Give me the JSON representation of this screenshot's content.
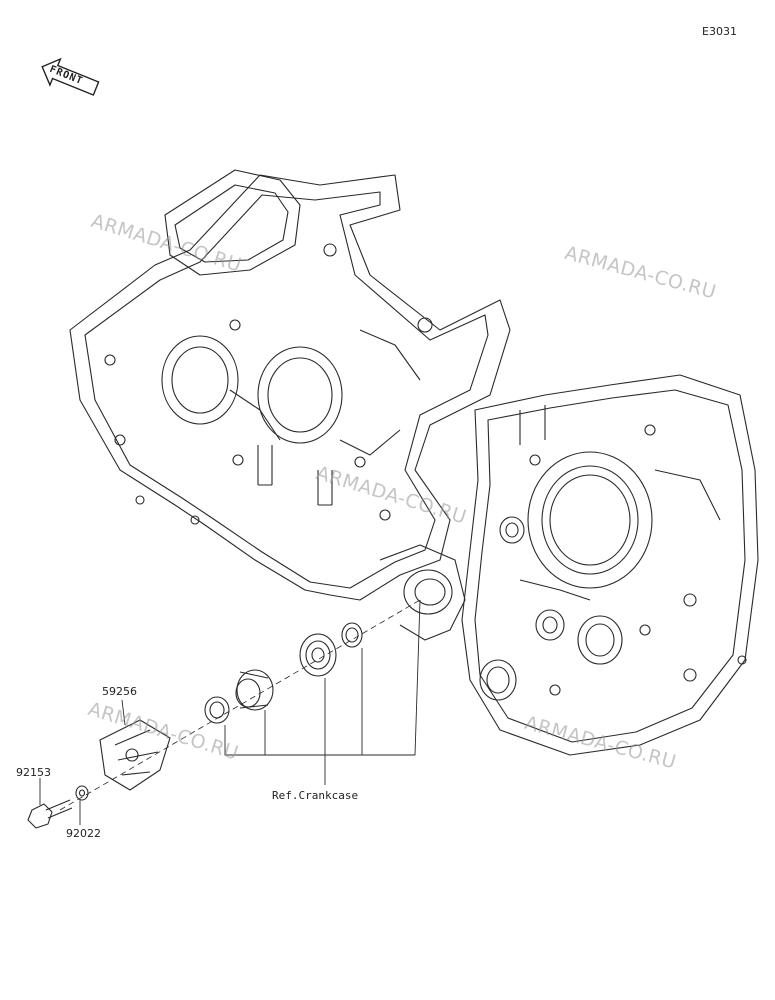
{
  "diagram": {
    "code": "E3031",
    "front_label": "FRONT",
    "reference_label": "Ref.Crankcase",
    "parts": [
      {
        "number": "59256"
      },
      {
        "number": "92153"
      },
      {
        "number": "92022"
      }
    ],
    "watermark": "ARMADA-CO.RU"
  },
  "colors": {
    "line": "#2a2a2a",
    "watermark": "#9a9a9a",
    "background": "#ffffff"
  }
}
